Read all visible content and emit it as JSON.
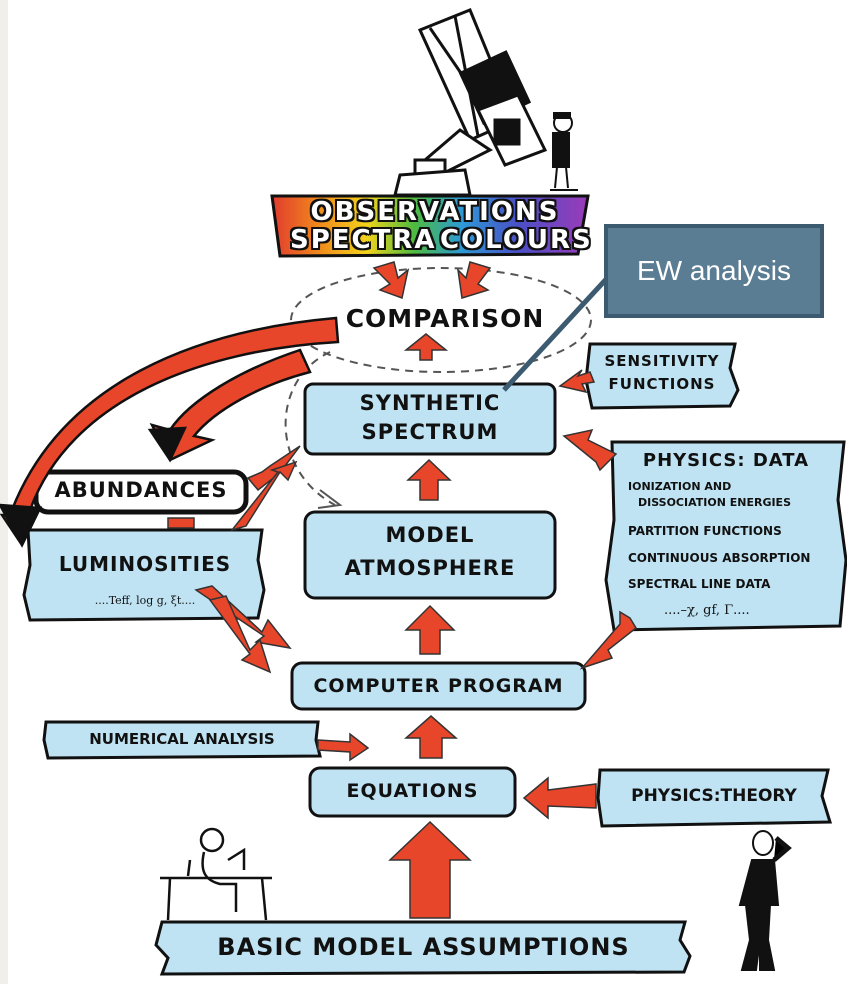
{
  "nodes": {
    "observations_line1": "OBSERVATIONS",
    "observations_line2a": "SPECTRA",
    "observations_line2b": "COLOURS",
    "comparison": "COMPARISON",
    "synthetic_line1": "SYNTHETIC",
    "synthetic_line2": "SPECTRUM",
    "model_line1": "MODEL",
    "model_line2": "ATMOSPHERE",
    "computer_program": "COMPUTER PROGRAM",
    "equations": "EQUATIONS",
    "basic": "BASIC MODEL  ASSUMPTIONS",
    "abundances": "ABUNDANCES",
    "luminosities": "LUMINOSITIES",
    "luminosities_params": "....Teff, log g, ξt....",
    "sensitivity_line1": "SENSITIVITY",
    "sensitivity_line2": "FUNCTIONS",
    "physics_data_title": "PHYSICS: DATA",
    "physics_data_items": [
      "IONIZATION AND",
      "DISSOCIATION ENERGIES",
      "PARTITION FUNCTIONS",
      "CONTINUOUS ABSORPTION",
      "SPECTRAL LINE DATA",
      "....–χ, gf, Γ...."
    ],
    "numerical_analysis": "NUMERICAL ANALYSIS",
    "physics_theory": "PHYSICS:THEORY"
  },
  "callout": {
    "text": "EW analysis"
  },
  "colors": {
    "box_fill": "#bfe3f3",
    "arrow_red": "#e8462a",
    "callout_fill": "#5b7d94",
    "callout_border": "#3c5a70"
  }
}
